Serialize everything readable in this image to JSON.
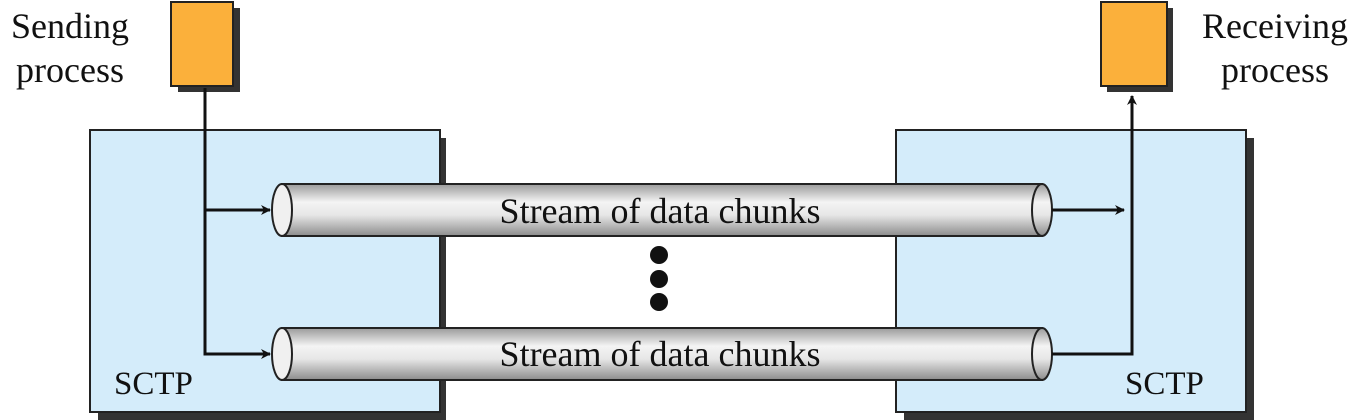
{
  "sending_process": {
    "line1": "Sending",
    "line2": "process"
  },
  "receiving_process": {
    "line1": "Receiving",
    "line2": "process"
  },
  "left_box_label": "SCTP",
  "right_box_label": "SCTP",
  "streams": [
    {
      "label": "Stream of data chunks"
    },
    {
      "label": "Stream of data chunks"
    }
  ],
  "colors": {
    "process_box": "#fbb03b",
    "sctp_box": "#d4ecfa",
    "box_shadow": "#333333",
    "pipe_light": "#f2f2f2",
    "pipe_dark": "#9a9a9a"
  }
}
